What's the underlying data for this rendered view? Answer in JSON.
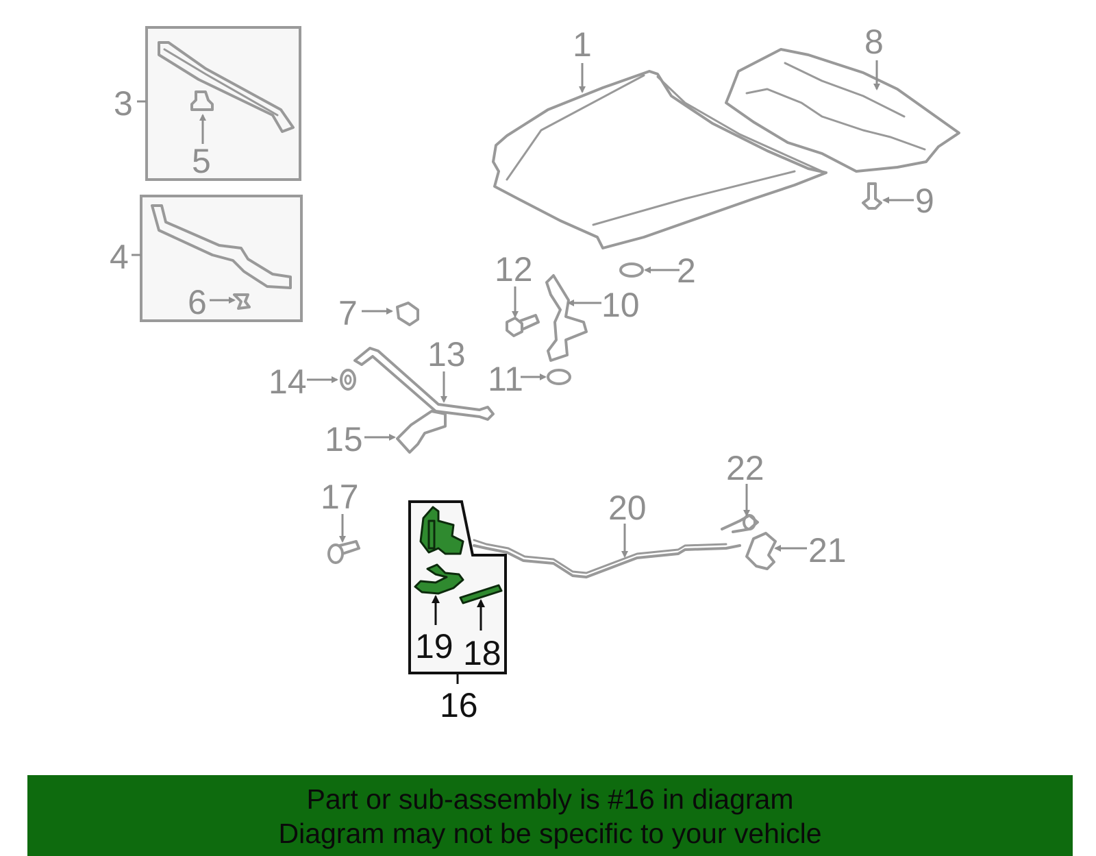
{
  "callouts": {
    "c1": "1",
    "c2": "2",
    "c3": "3",
    "c4": "4",
    "c5": "5",
    "c6": "6",
    "c7": "7",
    "c8": "8",
    "c9": "9",
    "c10": "10",
    "c11": "11",
    "c12": "12",
    "c13": "13",
    "c14": "14",
    "c15": "15",
    "c16": "16",
    "c17": "17",
    "c18": "18",
    "c19": "19",
    "c20": "20",
    "c21": "21",
    "c22": "22"
  },
  "banner": {
    "line1": "Part or sub-assembly is #16 in diagram",
    "line2": "Diagram may not be specific to your vehicle"
  },
  "colors": {
    "banner_bg": "#0e6b0e",
    "highlight_fill": "#2f8a2f",
    "part_outline": "#999999",
    "callout_text": "#8f8f8f"
  },
  "highlighted_part": "16"
}
